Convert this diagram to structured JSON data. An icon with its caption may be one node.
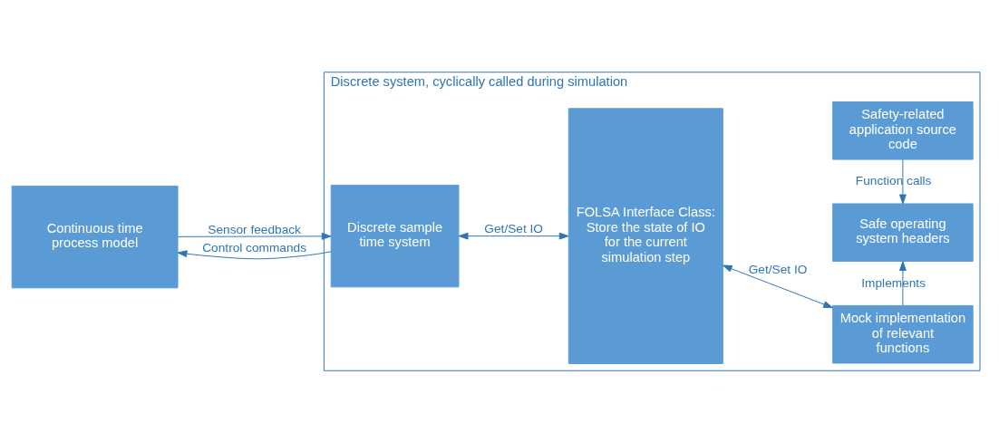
{
  "diagram": {
    "nodes": [
      {
        "text": [
          "Continuous time process model"
        ]
      },
      {
        "text": [
          "Discrete system, cyclically called during simulation"
        ]
      },
      {
        "text": [
          "Discrete sample time system"
        ],
        "in": 1
      },
      {
        "text": [
          "FOLSA Interface Class: Store the state of IO for the current simulation step"
        ],
        "in": 1
      },
      {
        "text": [
          "Mock implementation of relevant functions"
        ],
        "in": 1
      },
      {
        "text": [
          "Safe operating system headers"
        ],
        "in": 1
      },
      {
        "text": [
          "Safety-related application source code"
        ],
        "in": 1
      }
    ],
    "edges": [
      {
        "from": 0,
        "to": 2,
        "arrow": "to",
        "label": "Sensor feedback"
      },
      {
        "from": 2,
        "to": 0,
        "arrow": "to",
        "label": "Control commands"
      },
      {
        "from": 2,
        "to": 3,
        "arrow": "both",
        "label": "Get/Set IO"
      },
      {
        "from": 3,
        "to": 4,
        "arrow": "both",
        "label": "Get/Set IO"
      },
      {
        "from": 4,
        "to": 5,
        "arrow": "to",
        "label": "Implements"
      },
      {
        "from": 6,
        "to": 5,
        "arrow": "to",
        "label": "Function calls"
      }
    ]
  }
}
